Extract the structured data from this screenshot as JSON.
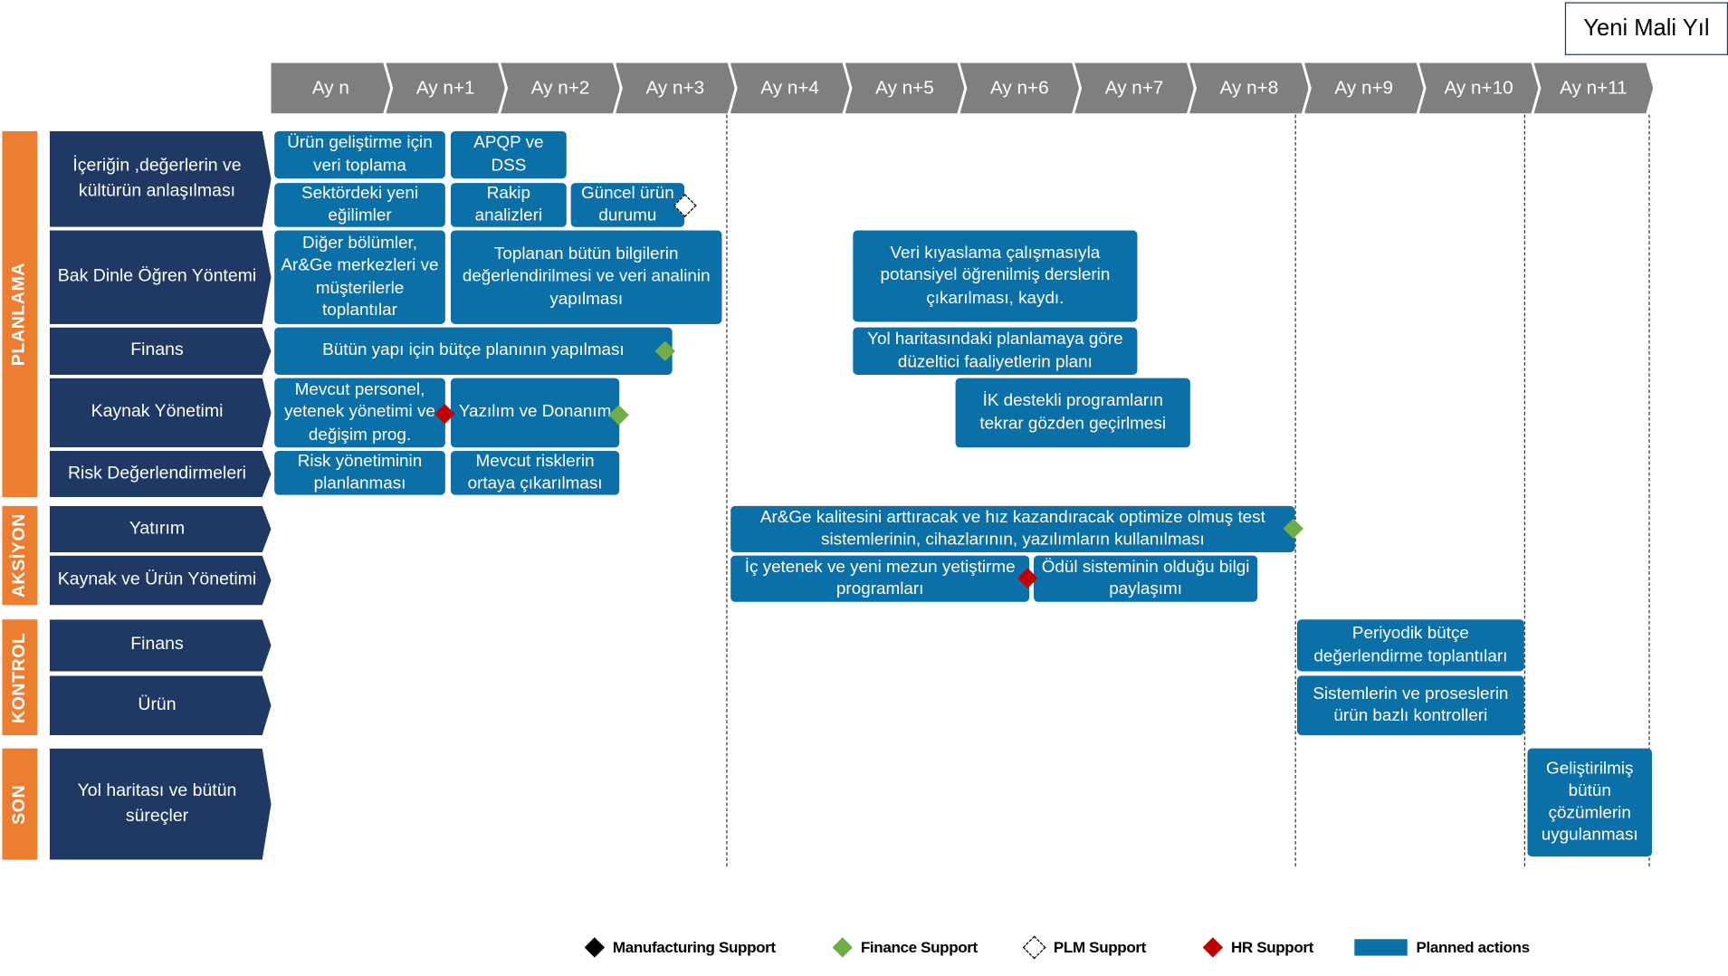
{
  "fiscal_year_label": "Yeni Mali Yıl",
  "months": [
    "Ay n",
    "Ay n+1",
    "Ay n+2",
    "Ay n+3",
    "Ay n+4",
    "Ay n+5",
    "Ay n+6",
    "Ay n+7",
    "Ay n+8",
    "Ay n+9",
    "Ay n+10",
    "Ay n+11"
  ],
  "phases": {
    "planlama": "PLANLAMA",
    "aksiyon": "AKSİYON",
    "kontrol": "KONTROL",
    "son": "SON"
  },
  "categories": {
    "icerik": "İçeriğin ,değerlerin ve kültürün anlaşılması",
    "bak_dinle": "Bak Dinle Öğren Yöntemi",
    "finans_plan": "Finans",
    "kaynak": "Kaynak Yönetimi",
    "risk": "Risk Değerlendirmeleri",
    "yatirim": "Yatırım",
    "kaynak_urun": "Kaynak ve Ürün Yönetimi",
    "finans_kontrol": "Finans",
    "urun": "Ürün",
    "yol_haritasi": "Yol haritası ve bütün süreçler"
  },
  "tasks": {
    "t1": "Ürün geliştirme için veri toplama",
    "t2": "APQP ve DSS",
    "t3": "Sektördeki yeni eğilimler",
    "t4": "Rakip analizleri",
    "t5": "Güncel ürün durumu",
    "t6": "Diğer bölümler, Ar&Ge merkezleri ve müşterilerle toplantılar",
    "t7": "Toplanan bütün bilgilerin değerlendirilmesi ve veri analinin yapılması",
    "t8": "Veri kıyaslama çalışmasıyla potansiyel öğrenilmiş derslerin çıkarılması, kaydı.",
    "t9": "Bütün yapı için bütçe planının yapılması",
    "t10": "Yol haritasındaki planlamaya göre düzeltici faaliyetlerin planı",
    "t11": "Mevcut personel, yetenek yönetimi ve değişim prog.",
    "t12": "Yazılım ve Donanım",
    "t13": "İK destekli programların tekrar gözden geçirlmesi",
    "t14": "Risk yönetiminin planlanması",
    "t15": "Mevcut risklerin ortaya çıkarılması",
    "t16": "Ar&Ge kalitesini arttıracak ve hız kazandıracak optimize olmuş test sistemlerinin, cihazlarının, yazılımların kullanılması",
    "t17": "İç yetenek ve yeni mezun yetiştirme programları",
    "t18": "Ödül sisteminin olduğu bilgi paylaşımı",
    "t19": "Periyodik bütçe değerlendirme toplantıları",
    "t20": "Sistemlerin ve proseslerin ürün bazlı kontrolleri",
    "t21": "Geliştirilmiş bütün çözümlerin uygulanması"
  },
  "legend": {
    "manufacturing": "Manufacturing Support",
    "finance": "Finance Support",
    "plm": "PLM Support",
    "hr": "HR Support",
    "planned": "Planned actions"
  },
  "colors": {
    "phase": "#ed7d31",
    "category": "#1f3864",
    "task": "#0b6fa8",
    "month": "#7f7f7f",
    "finance_marker": "#70ad47",
    "hr_marker": "#c00000",
    "manufacturing_marker": "#000000",
    "plm_marker": "#ffffff"
  }
}
